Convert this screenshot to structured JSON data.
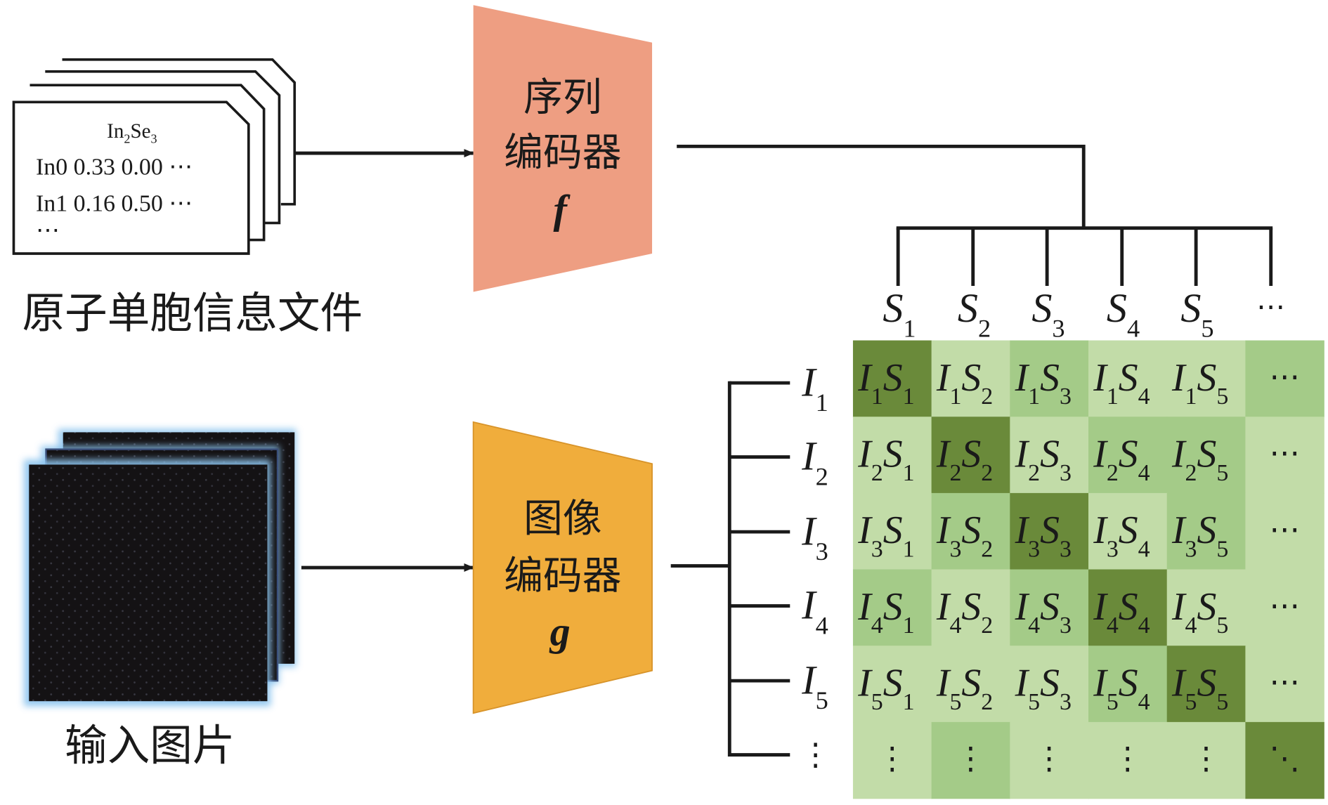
{
  "file_stack": {
    "label": "原子单胞信息文件",
    "formula_base1": "In",
    "formula_sub1": "2",
    "formula_base2": "Se",
    "formula_sub2": "3",
    "rows": [
      "In0 0.33 0.00 ⋯",
      "In1 0.16 0.50 ⋯",
      "⋯"
    ]
  },
  "image_stack": {
    "label": "输入图片"
  },
  "sequence_encoder": {
    "line1": "序列",
    "line2": "编码器",
    "symbol": "f",
    "color": "#ee9e82"
  },
  "image_encoder": {
    "line1": "图像",
    "line2": "编码器",
    "symbol": "g",
    "color": "#f0ad3c"
  },
  "sequence_outputs": {
    "labels": [
      {
        "base": "S",
        "sub": "1"
      },
      {
        "base": "S",
        "sub": "2"
      },
      {
        "base": "S",
        "sub": "3"
      },
      {
        "base": "S",
        "sub": "4"
      },
      {
        "base": "S",
        "sub": "5"
      }
    ],
    "more": "⋯"
  },
  "image_outputs": {
    "labels": [
      {
        "base": "I",
        "sub": "1"
      },
      {
        "base": "I",
        "sub": "2"
      },
      {
        "base": "I",
        "sub": "3"
      },
      {
        "base": "I",
        "sub": "4"
      },
      {
        "base": "I",
        "sub": "5"
      }
    ],
    "more": "⋮"
  },
  "similarity_matrix": {
    "colors": {
      "dark": "#6a8a3a",
      "medium": "#a4cb88",
      "light": "#c2dca8"
    },
    "shades": [
      [
        "dark",
        "light",
        "medium",
        "light",
        "light",
        "medium"
      ],
      [
        "light",
        "dark",
        "light",
        "medium",
        "medium",
        "light"
      ],
      [
        "light",
        "medium",
        "dark",
        "light",
        "medium",
        "light"
      ],
      [
        "medium",
        "light",
        "medium",
        "dark",
        "light",
        "light"
      ],
      [
        "light",
        "light",
        "light",
        "medium",
        "dark",
        "light"
      ],
      [
        "light",
        "medium",
        "light",
        "light",
        "light",
        "dark"
      ]
    ],
    "row_more": "⋯",
    "col_more": "⋮",
    "diag_more": "⋱"
  }
}
